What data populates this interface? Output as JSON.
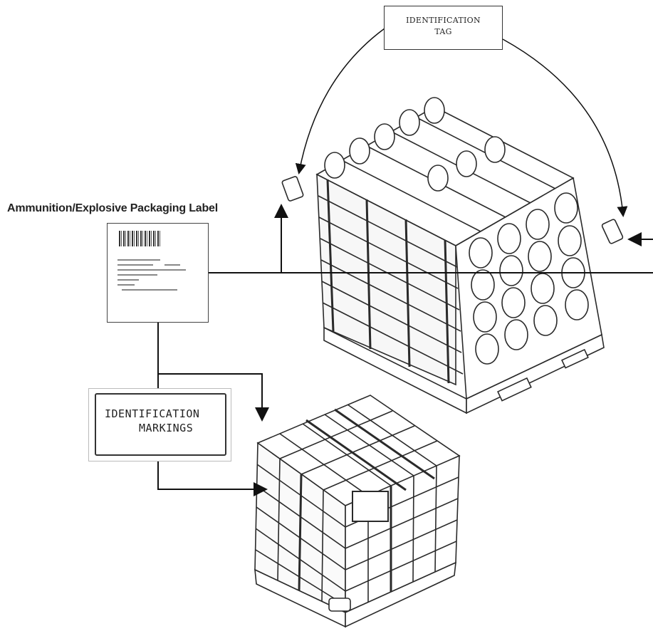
{
  "callouts": {
    "packaging_label": "Ammunition/Explosive Packaging Label",
    "identification_tag": [
      "IDENTIFICATION",
      "TAG"
    ],
    "identification_markings": [
      "IDENTIFICATION",
      "MARKINGS"
    ]
  },
  "colors": {
    "line": "#111111",
    "drawing": "#2a2a2a"
  }
}
